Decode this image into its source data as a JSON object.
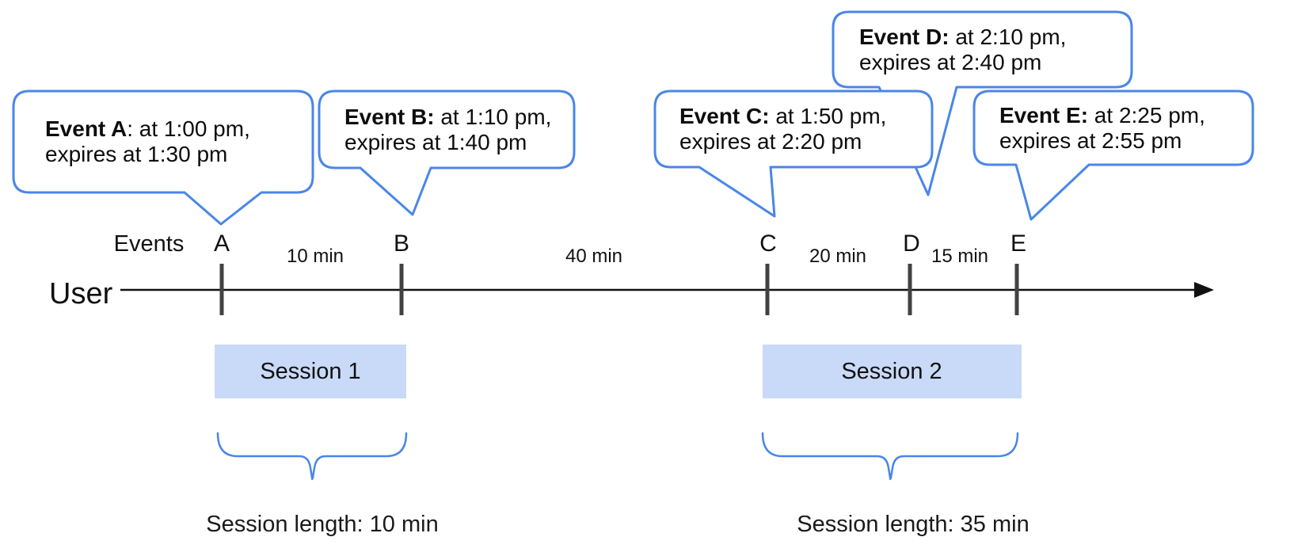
{
  "diagram": {
    "axis": {
      "events_row_label": "Events",
      "user_row_label": "User"
    },
    "events": [
      {
        "label": "A",
        "bubble_bold": "Event A",
        "bubble_rest": ": at 1:00 pm,",
        "bubble_line2": "expires at 1:30 pm"
      },
      {
        "label": "B",
        "bubble_bold": "Event B:",
        "bubble_rest": " at 1:10 pm,",
        "bubble_line2": "expires at 1:40 pm"
      },
      {
        "label": "C",
        "bubble_bold": "Event C:",
        "bubble_rest": " at 1:50 pm,",
        "bubble_line2": "expires at 2:20 pm"
      },
      {
        "label": "D",
        "bubble_bold": "Event D:",
        "bubble_rest": " at 2:10 pm,",
        "bubble_line2": "expires at 2:40 pm"
      },
      {
        "label": "E",
        "bubble_bold": "Event E:",
        "bubble_rest": " at 2:25 pm,",
        "bubble_line2": "expires at 2:55 pm"
      }
    ],
    "intervals": [
      {
        "label": "10 min"
      },
      {
        "label": "40 min"
      },
      {
        "label": "20 min"
      },
      {
        "label": "15 min"
      }
    ],
    "sessions": [
      {
        "label": "Session 1",
        "length_label": "Session length: 10 min"
      },
      {
        "label": "Session 2",
        "length_label": "Session length: 35 min"
      }
    ],
    "colors": {
      "bubble_border": "#4a86e8",
      "brace": "#4a86e8",
      "session_fill": "#c9daf8",
      "tick": "#424242",
      "axis": "#111111"
    }
  }
}
